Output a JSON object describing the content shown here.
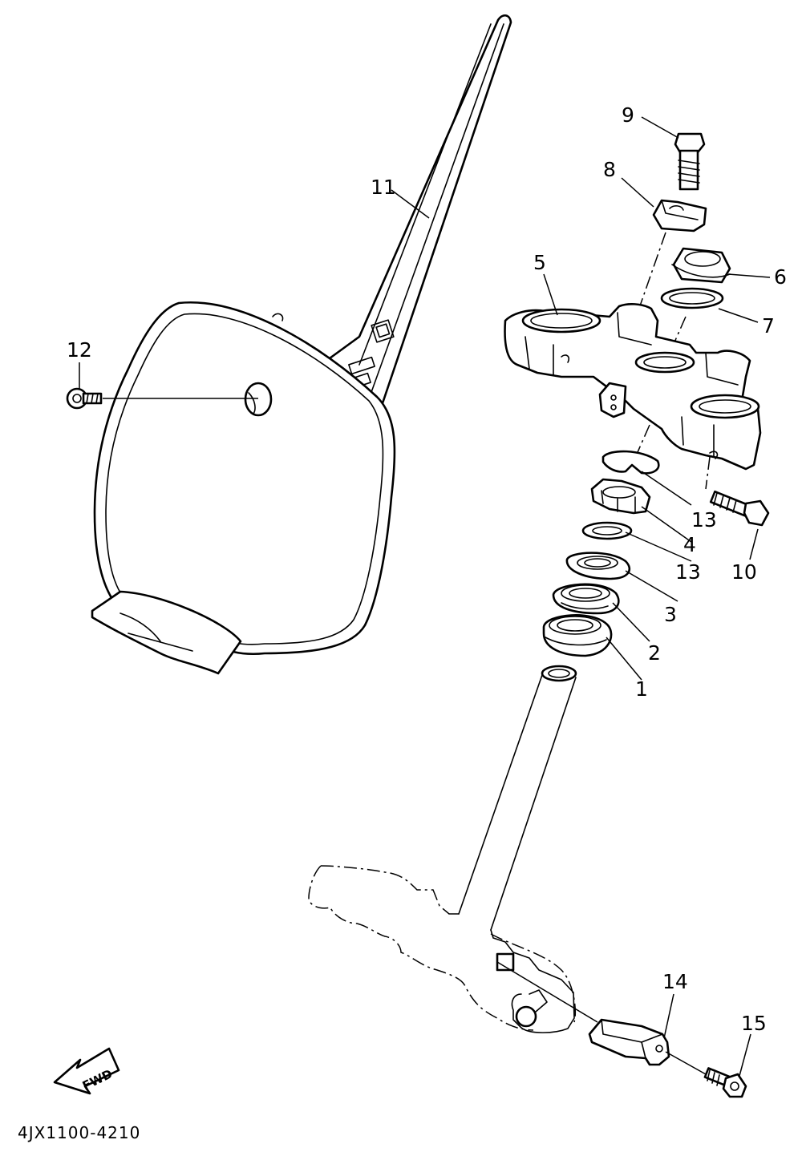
{
  "labels": {
    "p1": "1",
    "p2": "2",
    "p3": "3",
    "p4": "4",
    "p5": "5",
    "p6": "6",
    "p7": "7",
    "p8": "8",
    "p9": "9",
    "p10": "10",
    "p11": "11",
    "p12": "12",
    "p13a": "13",
    "p13b": "13",
    "p14": "14",
    "p15": "15"
  },
  "fwd_label": "FWD",
  "diagram_code": "4JX1100-4210"
}
